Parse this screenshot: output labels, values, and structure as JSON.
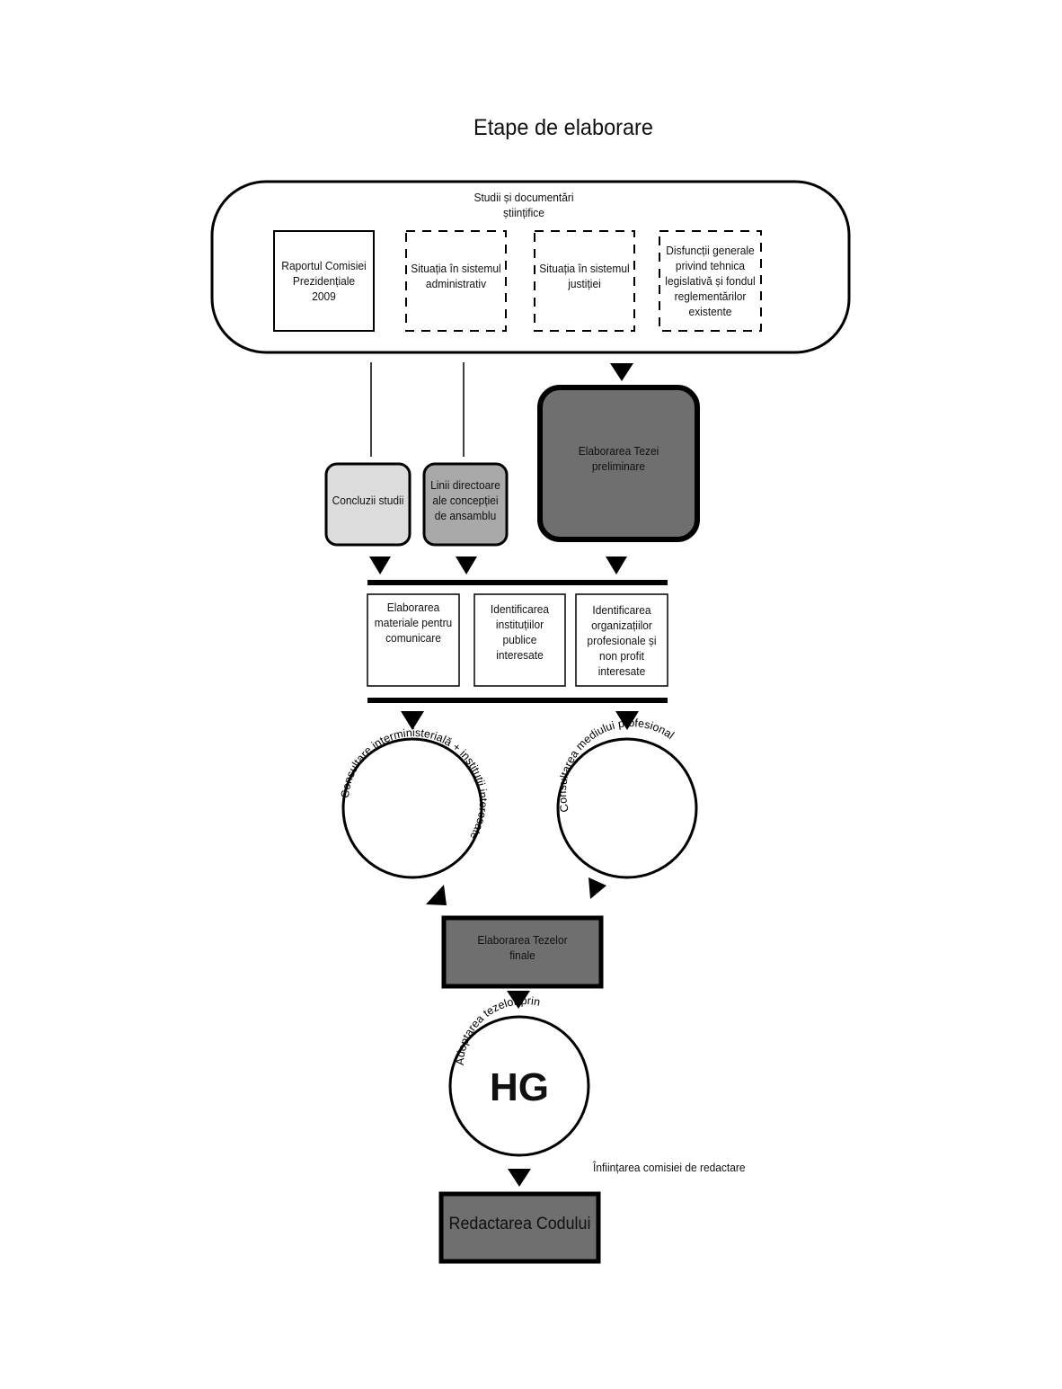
{
  "title": "Etape de elaborare",
  "studies": {
    "label": "Studii și documentări\nștiințifice",
    "boxes": [
      "Raportul Comisiei\nPrezidențiale\n2009",
      "Situația în sistemul\nadministrativ",
      "Situația în sistemul\njustiției",
      "Disfuncții generale\nprivind tehnica\nlegislativă și fondul\nreglementărilor\nexistente"
    ]
  },
  "stage2": {
    "conclusions": "Concluzii studii",
    "guidelines": "Linii directoare\nale concepției\nde ansamblu",
    "preliminary": "Elaborarea Tezei\npreliminare"
  },
  "stage3": {
    "items": [
      "Elaborarea\nmateriale pentru\ncomunicare",
      "Identificarea\ninstituțiilor\npublice\ninteresate",
      "Identificarea\norganizațiilor\nprofesionale și\nnon profit\ninteresate"
    ]
  },
  "consultations": {
    "left": "Consultare interministerială + instituții interesate",
    "right": "Consultarea mediului profesional"
  },
  "final_theses": "Elaborarea Tezelor\nfinale",
  "adoption": {
    "arc": "Adoptarea tezelor prin",
    "center": "HG"
  },
  "commission_note": "Înființarea comisiei de redactare",
  "drafting": "Redactarea Codului",
  "colors": {
    "dark_fill": "#6f6f6f",
    "medium_fill": "#a9a9a9",
    "light_fill": "#dcdcdc",
    "stroke": "#000000"
  }
}
